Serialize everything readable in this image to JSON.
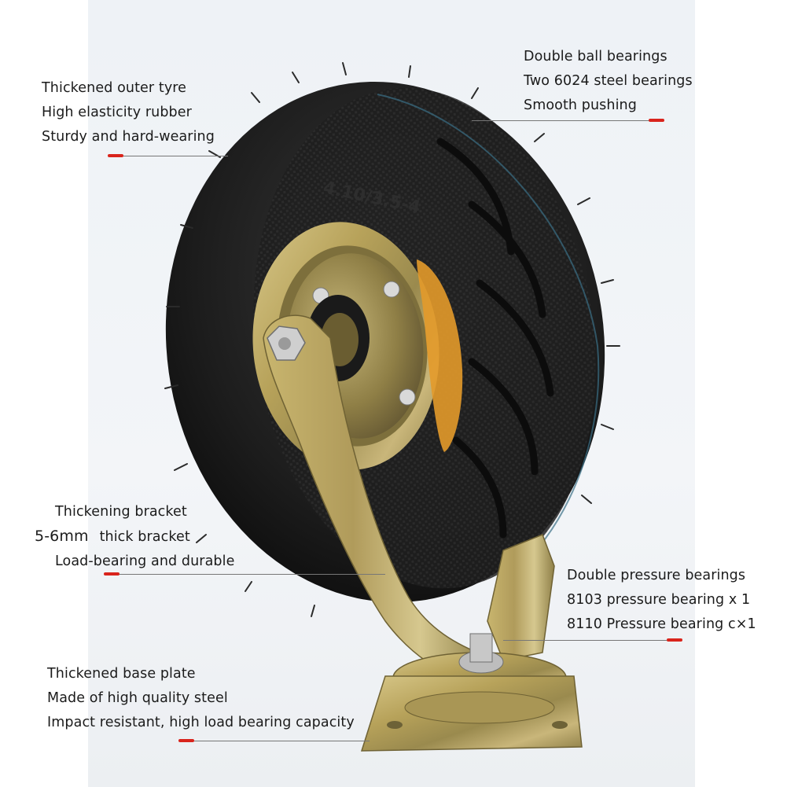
{
  "annotations": {
    "tyre": {
      "lines": [
        "Thickened outer tyre",
        "High elasticity rubber",
        "Sturdy and hard-wearing"
      ]
    },
    "ball_bearings": {
      "lines": [
        "Double ball bearings",
        "Two 6024 steel bearings",
        "Smooth pushing"
      ]
    },
    "bracket": {
      "line1": "Thickening bracket",
      "size": "5-6mm",
      "line2_rest": "thick bracket",
      "line3": "Load-bearing and durable"
    },
    "pressure_bearings": {
      "lines": [
        "Double pressure bearings",
        "8103 pressure bearing x 1",
        "8110 Pressure bearing c×1"
      ]
    },
    "base_plate": {
      "lines": [
        "Thickened base plate",
        "Made of high quality steel",
        "Impact resistant, high load bearing capacity"
      ]
    }
  },
  "tyre_sidewall_text": "4.10/3.5-4",
  "colors": {
    "marker": "#d9241c",
    "tyre": "#1c1c1c",
    "metal": "#b8a25a",
    "text": "#1b1b1b"
  }
}
